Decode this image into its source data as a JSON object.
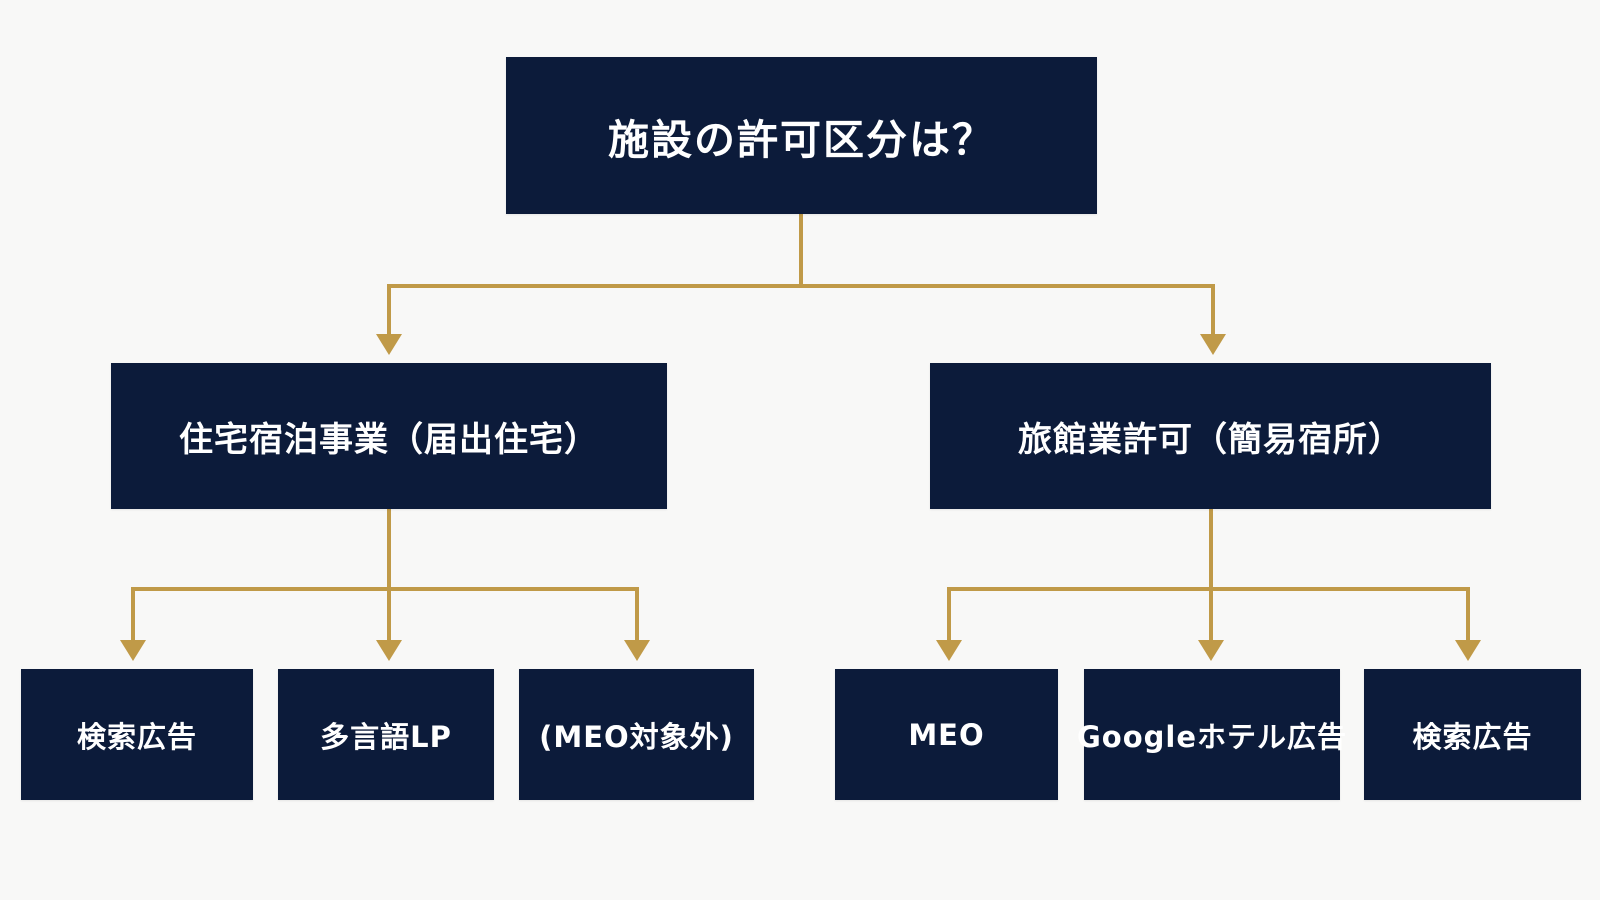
{
  "colors": {
    "background": "#f8f8f7",
    "node_fill": "#0c1b3a",
    "node_text": "#ffffff",
    "connector": "#c09a48"
  },
  "root": {
    "label": "施設の許可区分は？"
  },
  "branches": [
    {
      "label": "住宅宿泊事業（届出住宅）",
      "children": [
        "検索広告",
        "多言語LP",
        "(MEO対象外)"
      ]
    },
    {
      "label": "旅館業許可（簡易宿所）",
      "children": [
        "MEO",
        "Googleホテル広告",
        "検索広告"
      ]
    }
  ]
}
